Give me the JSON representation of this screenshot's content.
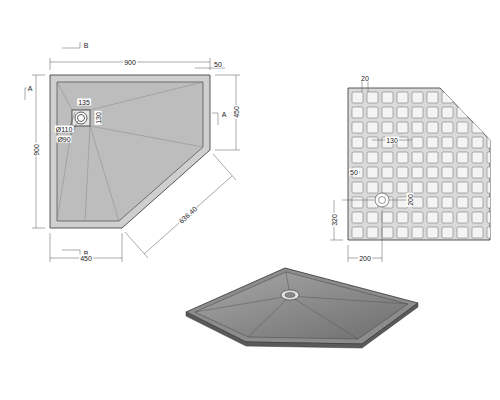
{
  "diagram": {
    "labels": [
      "900",
      "50",
      "B",
      "B",
      "A",
      "A",
      "900",
      "450",
      "636.40",
      "450",
      "135",
      "130",
      "Ø110",
      "Ø90",
      "20",
      "130",
      "50",
      "320",
      "200",
      "200"
    ]
  }
}
